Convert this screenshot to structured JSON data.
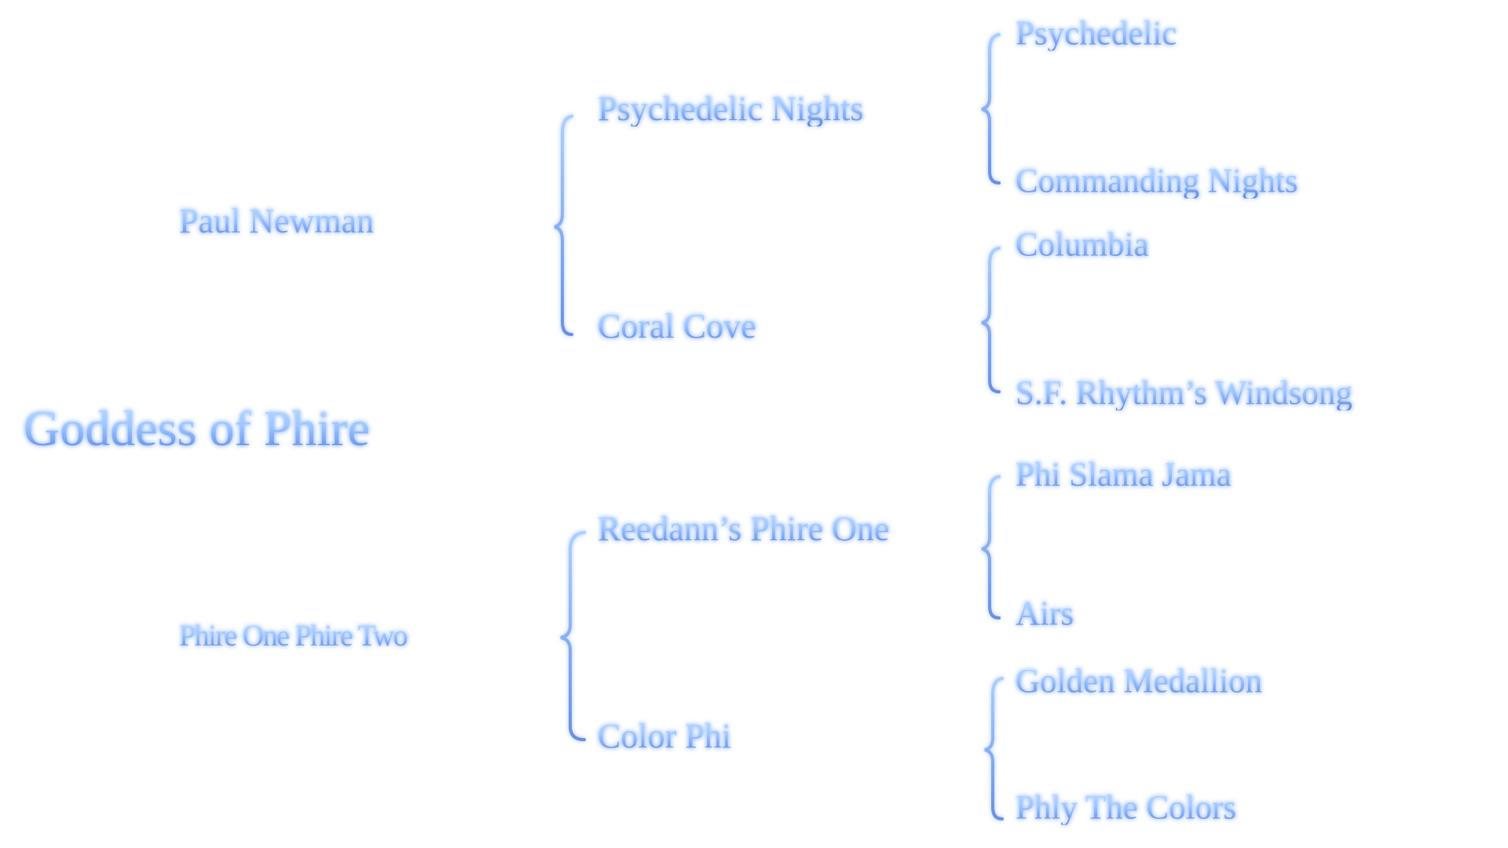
{
  "subject": "Goddess of Phire",
  "parents": {
    "sire": "Paul Newman",
    "dam": "Phire One Phire Two"
  },
  "grandparents": {
    "sire_sire": "Psychedelic Nights",
    "sire_dam": "Coral Cove",
    "dam_sire": "Reedann’s Phire One",
    "dam_dam": "Color Phi"
  },
  "great_grandparents": [
    "Psychedelic",
    "Commanding Nights",
    "Columbia",
    "S.F. Rhythm’s Windsong",
    "Phi Slama Jama",
    "Airs",
    "Golden Medallion",
    "Phly The Colors"
  ],
  "colors": {
    "text_top": "#b9dcff",
    "text_bottom": "#5f86e0",
    "glow": "#96b9ff"
  }
}
